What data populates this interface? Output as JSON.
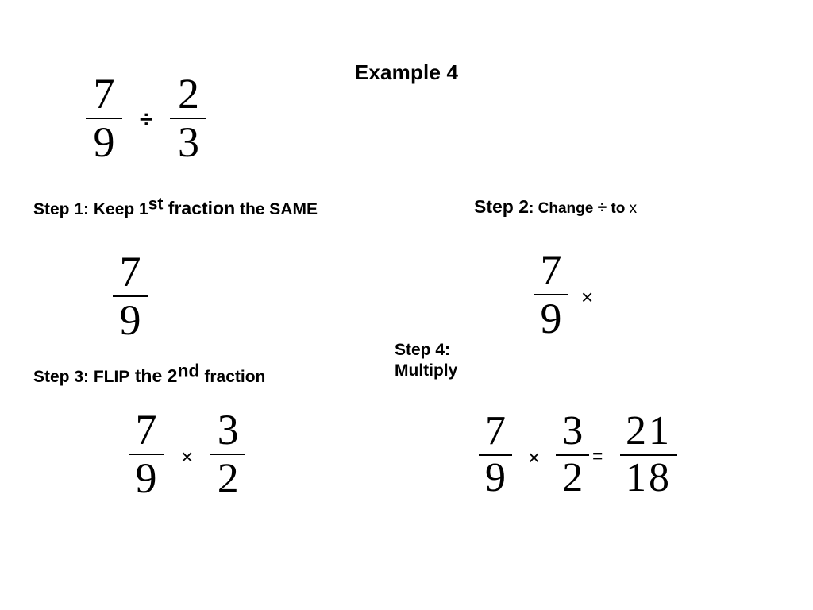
{
  "slide": {
    "title": "Example 4",
    "background_color": "#ffffff",
    "text_color": "#000000"
  },
  "main_expression": {
    "left_fraction": {
      "numerator": "7",
      "denominator": "9"
    },
    "operator": "÷",
    "right_fraction": {
      "numerator": "2",
      "denominator": "3"
    }
  },
  "steps": [
    {
      "id": "step1",
      "heading_parts": {
        "label": "Step 1: Keep 1",
        "ordinal_suffix": "st",
        "emphasis": " fraction",
        "tail": " the SAME"
      },
      "expression": {
        "fraction": {
          "numerator": "7",
          "denominator": "9"
        }
      }
    },
    {
      "id": "step2",
      "heading_parts": {
        "label": "Step 2",
        "rest": ": Change ",
        "symbol_from": "÷",
        "connector": " to ",
        "symbol_to": "x"
      },
      "expression": {
        "fraction": {
          "numerator": "7",
          "denominator": "9"
        },
        "operator": "×"
      }
    },
    {
      "id": "step3",
      "heading_parts": {
        "label": "Step 3: FLIP",
        "emphasis": " the 2",
        "ordinal_suffix": "nd",
        "tail": " fraction"
      },
      "expression": {
        "left_fraction": {
          "numerator": "7",
          "denominator": "9"
        },
        "operator": "×",
        "right_fraction": {
          "numerator": "3",
          "denominator": "2"
        }
      }
    },
    {
      "id": "step4",
      "heading_parts": {
        "line1": "Step 4:",
        "line2": "Multiply"
      },
      "expression": {
        "left_fraction": {
          "numerator": "7",
          "denominator": "9"
        },
        "operator": "×",
        "right_fraction": {
          "numerator": "3",
          "denominator": "2"
        },
        "equals": "=",
        "answer_fraction": {
          "numerator": "21",
          "denominator": "18"
        }
      }
    }
  ]
}
